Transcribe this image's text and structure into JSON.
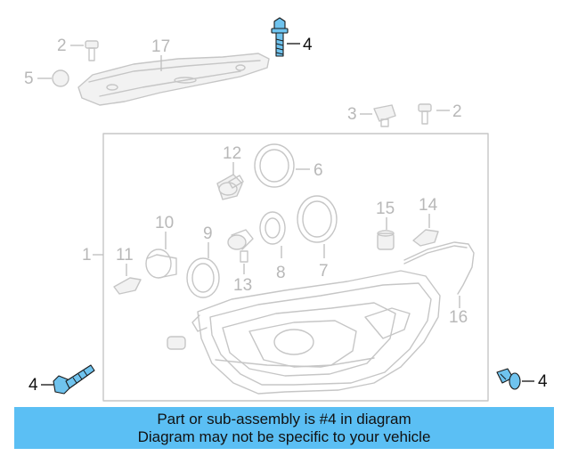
{
  "diagram": {
    "callouts": {
      "c1": "1",
      "c2a": "2",
      "c2b": "2",
      "c3": "3",
      "c4a": "4",
      "c4b": "4",
      "c4c": "4",
      "c5": "5",
      "c6": "6",
      "c7": "7",
      "c8": "8",
      "c9": "9",
      "c10": "10",
      "c11": "11",
      "c12": "12",
      "c13": "13",
      "c14": "14",
      "c15": "15",
      "c16": "16",
      "c17": "17"
    },
    "colors": {
      "highlight": "#6fc3ee",
      "banner": "#5bbff4",
      "muted_line": "#c6c6c6"
    }
  },
  "notice": {
    "line1": "Part or sub-assembly is #4 in diagram",
    "line2": "Diagram may not be specific to your vehicle"
  }
}
